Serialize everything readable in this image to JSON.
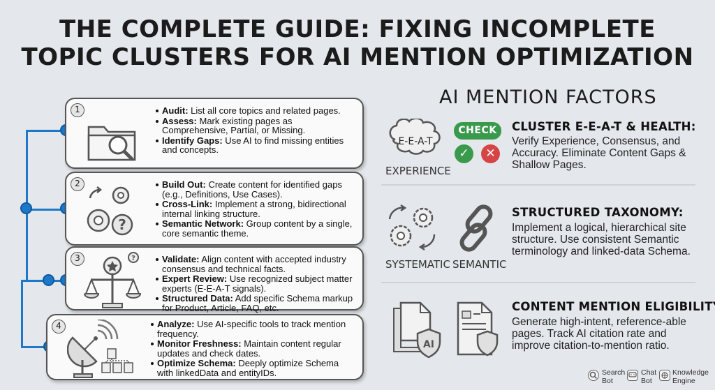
{
  "title": {
    "line1": "THE COMPLETE GUIDE: FIXING INCOMPLETE",
    "line2": "TOPIC CLUSTERS FOR AI MENTION OPTIMIZATION"
  },
  "steps": [
    {
      "number": "1",
      "icon": "folder-search-icon",
      "bullets": [
        {
          "label": "Audit:",
          "text": " List all core topics and related pages."
        },
        {
          "label": "Assess:",
          "text": " Mark existing pages as Comprehensive, Partial, or Missing."
        },
        {
          "label": "Identify Gaps:",
          "text": " Use AI to find missing entities and concepts."
        }
      ]
    },
    {
      "number": "2",
      "icon": "gears-question-icon",
      "bullets": [
        {
          "label": "Build Out:",
          "text": " Create content for identified gaps (e.g., Definitions, Use Cases)."
        },
        {
          "label": "Cross-Link:",
          "text": " Implement a strong, bidirectional internal linking structure."
        },
        {
          "label": "Semantic Network:",
          "text": " Group content by a single, core semantic theme."
        }
      ]
    },
    {
      "number": "3",
      "icon": "scales-award-icon",
      "bullets": [
        {
          "label": "Validate:",
          "text": " Align content with accepted industry consensus and technical facts."
        },
        {
          "label": "Expert Review:",
          "text": " Use recognized subject matter experts (E-E-A-T signals)."
        },
        {
          "label": "Structured Data:",
          "text": " Add specific Schema markup for Product, Article, FAQ, etc."
        }
      ]
    },
    {
      "number": "4",
      "icon": "satellite-dish-icon",
      "bullets": [
        {
          "label": "Analyze:",
          "text": " Use AI-specific tools to track mention frequency."
        },
        {
          "label": "Monitor Freshness:",
          "text": " Maintain content regular updates and check dates."
        },
        {
          "label": "Optimize Schema:",
          "text": " Deeply optimize Schema with linkedData and entityIDs."
        }
      ]
    }
  ],
  "right_panel": {
    "title": "AI MENTION FACTORS",
    "factors": [
      {
        "heading": "CLUSTER E-E-A-T & HEALTH:",
        "body": "Verify Experience, Consensus, and Accuracy. Eliminate Content Gaps & Shallow Pages.",
        "icon_labels": [
          "EXPERIENCE"
        ],
        "brain_text": "E-E-A-T",
        "check_label": "CHECK",
        "icons": [
          "brain-icon",
          "check-pill-icon",
          "checkmark-icon",
          "cross-icon"
        ]
      },
      {
        "heading": "STRUCTURED TAXONOMY:",
        "body": "Implement a logical, hierarchical site structure. Use consistent Semantic terminology and linked-data Schema.",
        "icon_labels": [
          "SYSTEMATIC",
          "SEMANTIC"
        ],
        "icons": [
          "gears-cycle-icon",
          "chain-link-icon"
        ]
      },
      {
        "heading": "CONTENT MENTION ELIGIBILITY:",
        "body": "Generate high-intent, reference-able pages. Track AI citation rate and improve citation-to-mention ratio.",
        "doc_ai_label": "AI",
        "icons": [
          "document-ai-icon",
          "document-shield-icon"
        ]
      }
    ]
  },
  "legend": [
    {
      "icon": "search-icon",
      "label": "Search Bot"
    },
    {
      "icon": "chat-icon",
      "label": "Chat Bot"
    },
    {
      "icon": "knowledge-icon",
      "label": "Knowledge Engine"
    }
  ],
  "colors": {
    "accent_blue": "#1e78c8",
    "check_green": "#3a9a4c",
    "cross_red": "#d64545",
    "background": "#e4e7eb"
  }
}
